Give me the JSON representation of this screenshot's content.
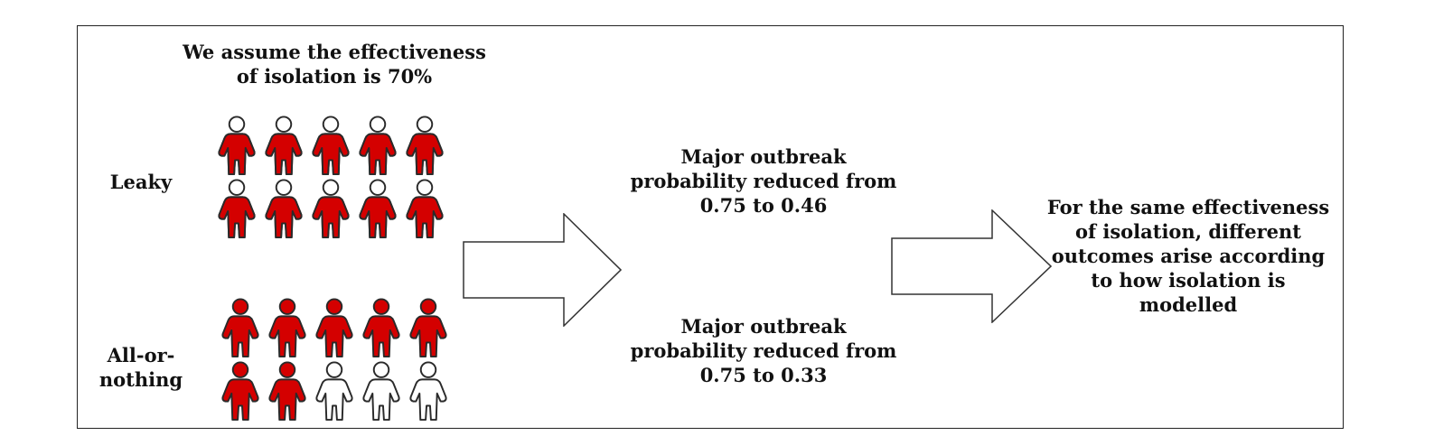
{
  "title": "We assume the effectiveness\nof isolation is 70%",
  "colors": {
    "red": "#d40000",
    "outline": "#2a2a2a",
    "white": "#ffffff"
  },
  "leaky": {
    "label": "Leaky",
    "fill_fraction": 0.7,
    "people": [
      "leaky-partial",
      "leaky-partial",
      "leaky-partial",
      "leaky-partial",
      "leaky-partial",
      "leaky-partial",
      "leaky-partial",
      "leaky-partial",
      "leaky-partial",
      "leaky-partial"
    ],
    "result": "Major outbreak\nprobability reduced from\n0.75 to 0.46"
  },
  "all_or_nothing": {
    "label": "All-or-\nnothing",
    "people": [
      "full",
      "full",
      "full",
      "full",
      "full",
      "full",
      "full",
      "empty",
      "empty",
      "empty"
    ],
    "result": "Major outbreak\nprobability reduced from\n0.75 to 0.33"
  },
  "conclusion": "For the same effectiveness\nof isolation, different\noutcomes arise according\nto how isolation is\nmodelled"
}
